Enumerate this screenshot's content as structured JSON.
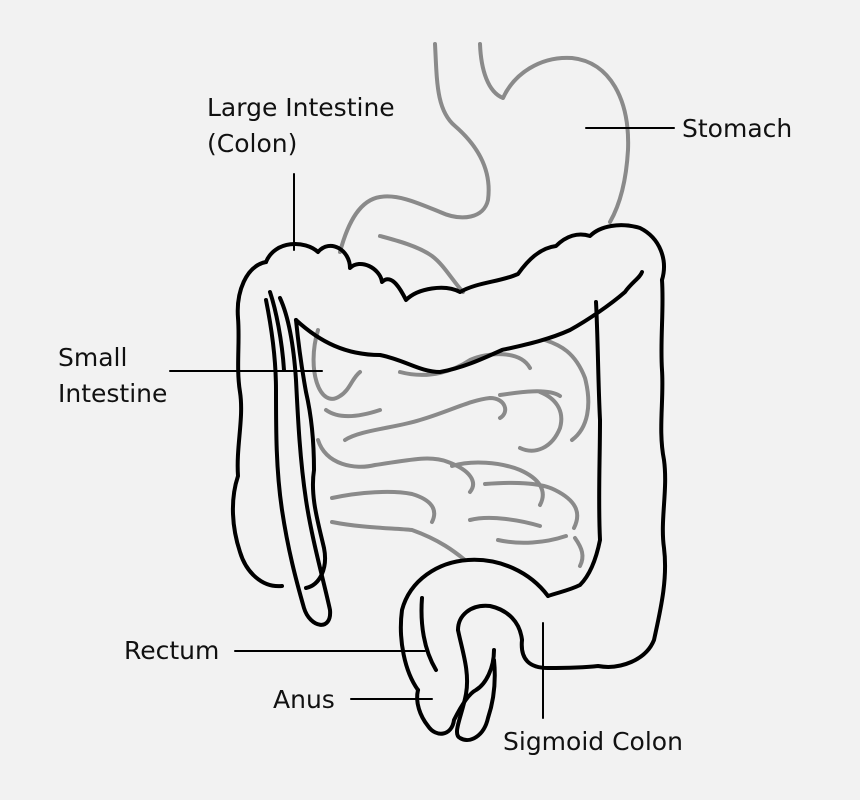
{
  "labels": {
    "large_intestine": [
      "Large Intestine",
      "(Colon)"
    ],
    "stomach": "Stomach",
    "small_intestine": [
      "Small",
      "Intestine"
    ],
    "rectum": "Rectum",
    "anus": "Anus",
    "sigmoid_colon": "Sigmoid Colon"
  },
  "colors": {
    "background": "#f2f2f2",
    "outline_black": "#000000",
    "outline_gray": "#8a8a8a",
    "text": "#111111"
  }
}
